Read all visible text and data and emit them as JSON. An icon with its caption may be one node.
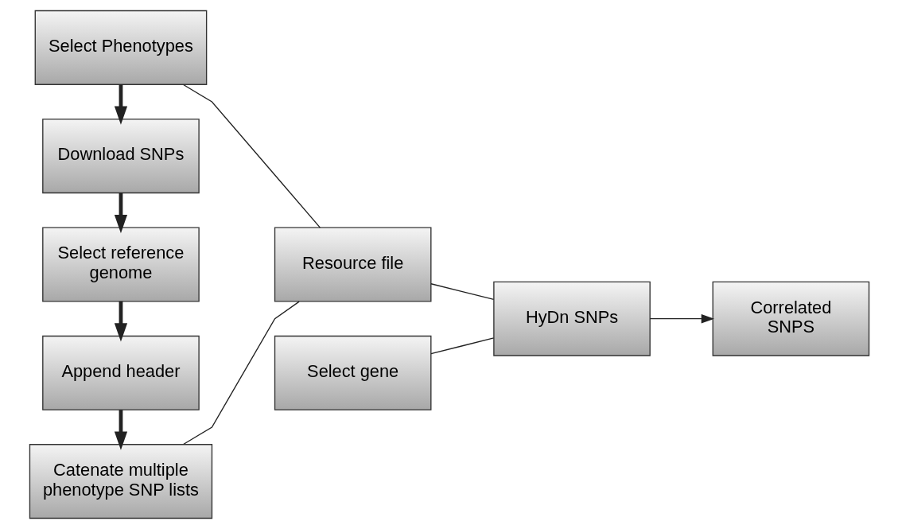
{
  "diagram": {
    "nodes": [
      {
        "text": [
          "Select Phenotypes"
        ]
      },
      {
        "text": [
          "Download SNPs"
        ]
      },
      {
        "text": [
          "Select reference genome"
        ]
      },
      {
        "text": [
          "Append header"
        ]
      },
      {
        "text": [
          "Catenate multiple phenotype SNP lists"
        ]
      },
      {
        "text": [
          "Resource file"
        ]
      },
      {
        "text": [
          "Select gene"
        ]
      },
      {
        "text": [
          "HyDn SNPs"
        ]
      },
      {
        "text": [
          "Correlated SNPS"
        ]
      }
    ],
    "edges": [
      {
        "from": 0,
        "to": 1,
        "arrow": "to",
        "style": "thick"
      },
      {
        "from": 1,
        "to": 2,
        "arrow": "to",
        "style": "thick"
      },
      {
        "from": 2,
        "to": 3,
        "arrow": "to",
        "style": "thick"
      },
      {
        "from": 3,
        "to": 4,
        "arrow": "to",
        "style": "thick"
      },
      {
        "from": 0,
        "to": 5,
        "arrow": "none"
      },
      {
        "from": 4,
        "to": 5,
        "arrow": "none"
      },
      {
        "from": 5,
        "to": 7,
        "arrow": "none"
      },
      {
        "from": 6,
        "to": 7,
        "arrow": "none"
      },
      {
        "from": 7,
        "to": 8,
        "arrow": "to"
      }
    ]
  }
}
